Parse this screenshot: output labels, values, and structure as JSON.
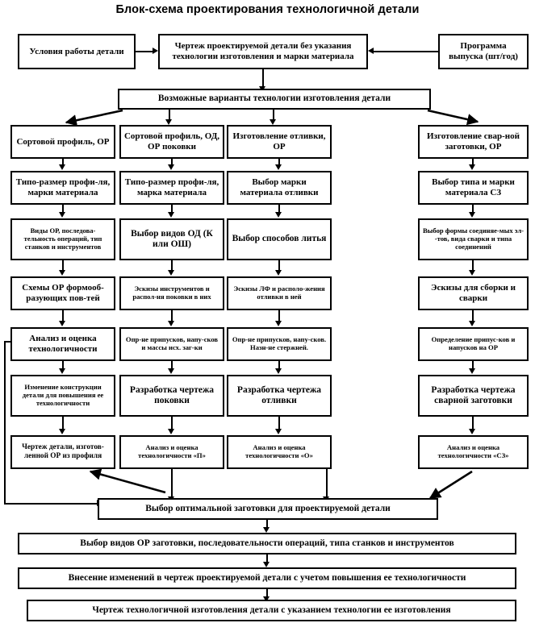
{
  "title": "Блок-схема проектирования технологичной детали",
  "nodes": {
    "n_conditions": "Условия работы детали",
    "n_drawing": "Чертеж проектируемой детали без указания технологии изготовления и марки материала",
    "n_program": "Программа выпуска (шт/год)",
    "n_variants": "Возможные варианты технологии изготовления  детали",
    "c1_r1": "Сортовой профиль, ОР",
    "c1_r2": "Типо-размер профи-ля, марки материала",
    "c1_r3": "Виды  ОР,  последова-тельность операций, тип станков и инструментов",
    "c1_r4": "Схемы ОР формооб-разующих  пов-тей",
    "c1_r5": "Анализ и оценка технологичности",
    "c1_r6": "Изменение конструкции детали для повышения ее технологичности",
    "c1_r7": "Чертеж детали, изготов-ленной ОР из профиля",
    "c2_r1": "Сортовой профиль, ОД, ОР поковки",
    "c2_r2": "Типо-размер профи-ля, марка материала",
    "c2_r3": "Выбор видов ОД (К или ОШ)",
    "c2_r4": "Эскизы инструментов и распол-ня поковки в них",
    "c2_r5": "Опр-не припусков, напу-сков и массы исх. заг-ки",
    "c2_r6": "Разработка чертежа поковки",
    "c2_r7": "Анализ и оценка технологичности «П»",
    "c3_r1": "Изготовление отливки, ОР",
    "c3_r2": "Выбор марки материала отливки",
    "c3_r3": "Выбор способов литья",
    "c3_r4": "Эскизы ЛФ и располо-жения отливки в ней",
    "c3_r5": "Опр-не припусков, напу-сков. Назн-не стержней.",
    "c3_r6": "Разработка чертежа отливки",
    "c3_r7": "Анализ и оценка технологичности «О»",
    "c4_r1": "Изготовление свар-ной заготовки, ОР",
    "c4_r2": "Выбор типа и марки материала СЗ",
    "c4_r3": "Выбор формы соединяе-мых эл--тов, вида сварки и типа соединений",
    "c4_r4": "Эскизы для сборки и сварки",
    "c4_r5": "Определение припус-ков и напусков на ОР",
    "c4_r6": "Разработка чертежа сварной заготовки",
    "c4_r7": "Анализ и оценка технологичности «СЗ»",
    "b_choice": "Выбор оптимальной заготовки для проектируемой детали",
    "b_types": "Выбор видов ОР заготовки, последовательности операций, типа станков и инструментов",
    "b_changes": "Внесение изменений в чертеж проектируемой детали с учетом повышения ее технологичности",
    "b_final": "Чертеж технологичной изготовления детали с указанием технологии ее изготовления"
  },
  "colors": {
    "line": "#000000",
    "box_fill": "#ffffff",
    "text": "#000000",
    "background": "#ffffff"
  }
}
